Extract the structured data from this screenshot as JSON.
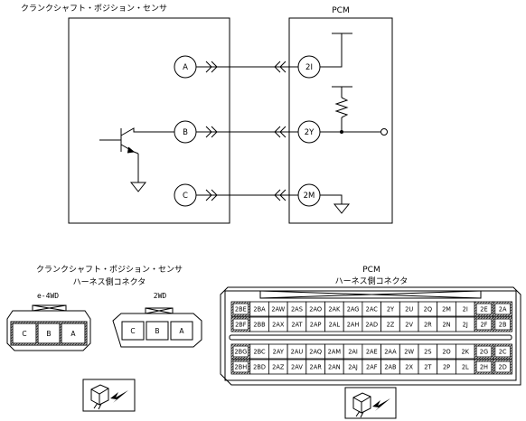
{
  "schematic": {
    "sensor_title": "クランクシャフト・ポジション・センサ",
    "pcm_title": "PCM",
    "sensor_pins": [
      "A",
      "B",
      "C"
    ],
    "pcm_pins": [
      "2I",
      "2Y",
      "2M"
    ]
  },
  "sensor_connector": {
    "title_line1": "クランクシャフト・ポジション・センサ",
    "title_line2": "ハーネス側コネクタ",
    "variants": [
      {
        "label": "e-4WD",
        "pins": [
          "C",
          "B",
          "A"
        ]
      },
      {
        "label": "2WD",
        "pins": [
          "C",
          "B",
          "A"
        ]
      }
    ]
  },
  "pcm_connector": {
    "title_line1": "PCM",
    "title_line2": "ハーネス側コネクタ",
    "upper_rows": [
      [
        "2BE",
        "2BA",
        "2AW",
        "2AS",
        "2AO",
        "2AK",
        "2AG",
        "2AC",
        "2Y",
        "2U",
        "2Q",
        "2M",
        "2I",
        "2E",
        "2A"
      ],
      [
        "2BF",
        "2BB",
        "2AX",
        "2AT",
        "2AP",
        "2AL",
        "2AH",
        "2AD",
        "2Z",
        "2V",
        "2R",
        "2N",
        "2J",
        "2F",
        "2B"
      ]
    ],
    "lower_rows": [
      [
        "2BG",
        "2BC",
        "2AY",
        "2AU",
        "2AQ",
        "2AM",
        "2AI",
        "2AE",
        "2AA",
        "2W",
        "2S",
        "2O",
        "2K",
        "2G",
        "2C"
      ],
      [
        "2BH",
        "2BD",
        "2AZ",
        "2AV",
        "2AR",
        "2AN",
        "2AJ",
        "2AF",
        "2AB",
        "2X",
        "2T",
        "2P",
        "2L",
        "2H",
        "2D"
      ]
    ]
  }
}
